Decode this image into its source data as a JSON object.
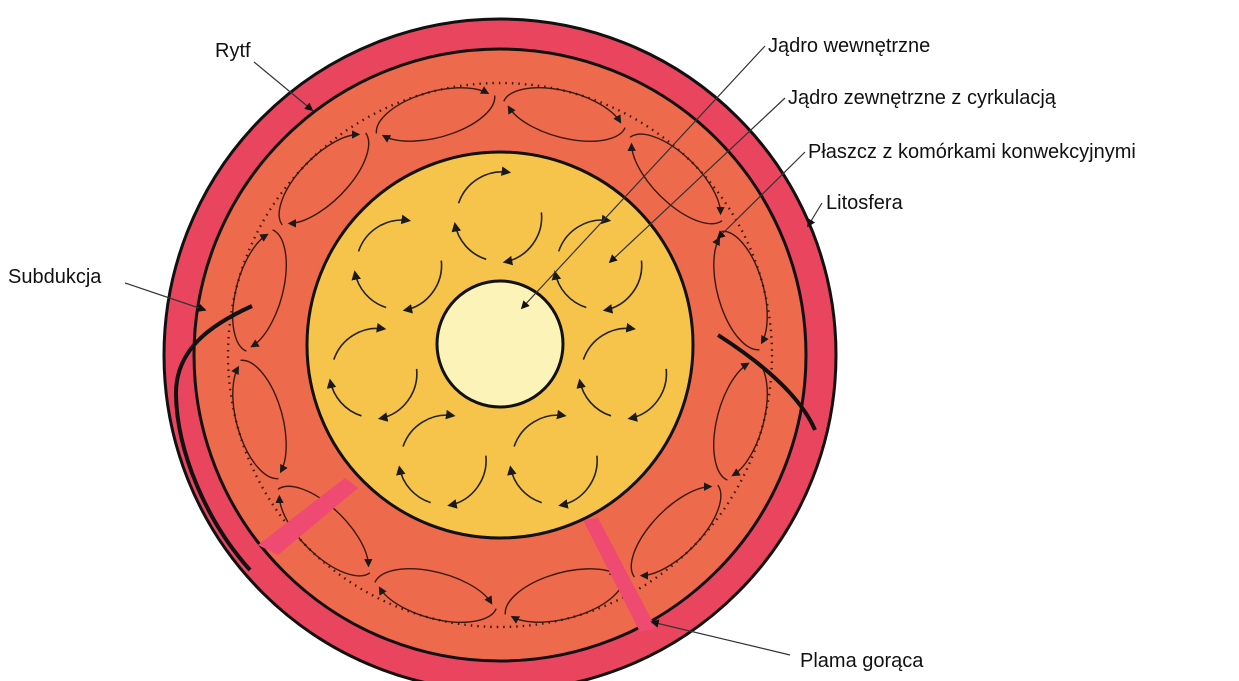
{
  "colors": {
    "lithosphere": "#e9455f",
    "mantle": "#ee6a4c",
    "outer_core": "#f6c44a",
    "inner_core": "#fbf3b8",
    "plume": "#ee4a72",
    "outline": "#111111"
  },
  "labels": {
    "rytf": "Rytf",
    "inner_core": "Jądro wewnętrzne",
    "outer_core": "Jądro zewnętrzne z cyrkulacją",
    "mantle": "Płaszcz z komórkami konwekcyjnymi",
    "lithosphere": "Litosfera",
    "subduction": "Subdukcja",
    "hotspot": "Plama gorąca"
  },
  "core_cells": 7,
  "mantle_cells": 12
}
